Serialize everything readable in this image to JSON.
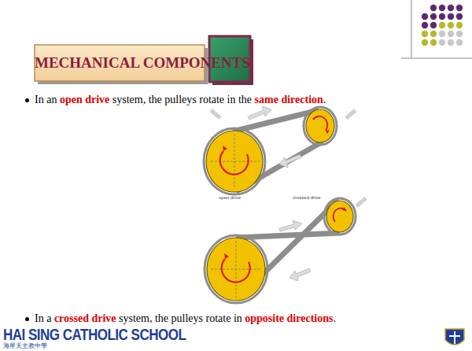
{
  "diagram": {
    "title": "MECHANICAL COMPONENTS",
    "labels": [
      "In an open drive system, the pulleys rotate in the same direction.",
      "open drive",
      "crossed drive",
      "In a crossed drive system, the pulleys rotate in opposite directions.",
      "HAI SING CATHOLIC SCHOOL",
      "海星天主教中學"
    ]
  }
}
